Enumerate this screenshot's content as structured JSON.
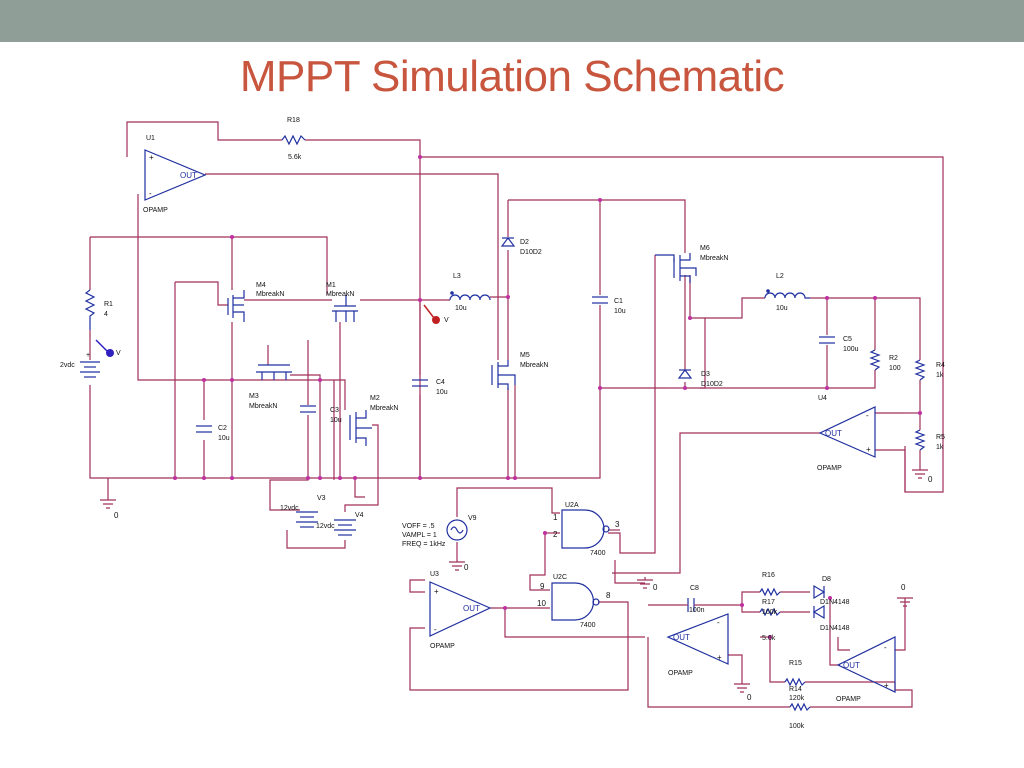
{
  "title": "MPPT Simulation Schematic",
  "colors": {
    "header_bar": "#8f9e97",
    "title": "#c8553d",
    "wire": "#a0305a",
    "component": "#2030a0",
    "junction": "#c030a0",
    "probe": "#3020c0"
  },
  "labels": {
    "u1": "U1",
    "u1_type": "OPAMP",
    "r18": "R18",
    "r18_val": "5.6k",
    "r1": "R1",
    "r1_val": "4",
    "vsrc": "2vdc",
    "m4": "M4",
    "m4_type": "MbreakN",
    "m1": "M1",
    "m1_type": "MbreakN",
    "m3": "M3",
    "m3_type": "MbreakN",
    "m2": "M2",
    "m2_type": "MbreakN",
    "c2": "C2",
    "c2_val": "10u",
    "c3": "C3",
    "c3_val": "10u",
    "c4": "C4",
    "c4_val": "10u",
    "l3": "L3",
    "l3_val": "10u",
    "d2": "D2",
    "d2_type": "D10D2",
    "m5": "M5",
    "m5_type": "MbreakN",
    "c1": "C1",
    "c1_val": "10u",
    "m6": "M6",
    "m6_type": "MbreakN",
    "d3": "D3",
    "d3_type": "D10D2",
    "l2": "L2",
    "l2_val": "10u",
    "c5": "C5",
    "c5_val": "100u",
    "r2": "R2",
    "r2_val": "100",
    "r4": "R4",
    "r4_val": "1k",
    "r5": "R5",
    "r5_val": "1k",
    "u4": "U4",
    "u4_type": "OPAMP",
    "v3": "V3",
    "v3_val": "12vdc",
    "v4": "V4",
    "v4_val": "12vdc",
    "v9": "V9",
    "voff": "VOFF = .5",
    "vampl": "VAMPL = 1",
    "freq": "FREQ = 1kHz",
    "u2a": "U2A",
    "u2a_type": "7400",
    "u2c": "U2C",
    "u2c_type": "7400",
    "u3": "U3",
    "u3_type": "OPAMP",
    "c8": "C8",
    "c8_val": "100n",
    "r16": "R16",
    "r17": "R17",
    "r17_val": "100k",
    "r16_val": "5.6k",
    "d8": "D8",
    "d8_type": "D1N4148",
    "d9_type": "D1N4148",
    "r15": "R15",
    "r15_val": "120k",
    "r14": "R14",
    "r14_val": "100k",
    "opamp": "OPAMP",
    "out": "OUT",
    "gnd": "0",
    "pin1": "1",
    "pin2": "2",
    "pin3": "3",
    "pin8": "8",
    "pin9": "9",
    "pin10": "10",
    "plus": "+",
    "minus": "-",
    "probe_v": "V"
  }
}
